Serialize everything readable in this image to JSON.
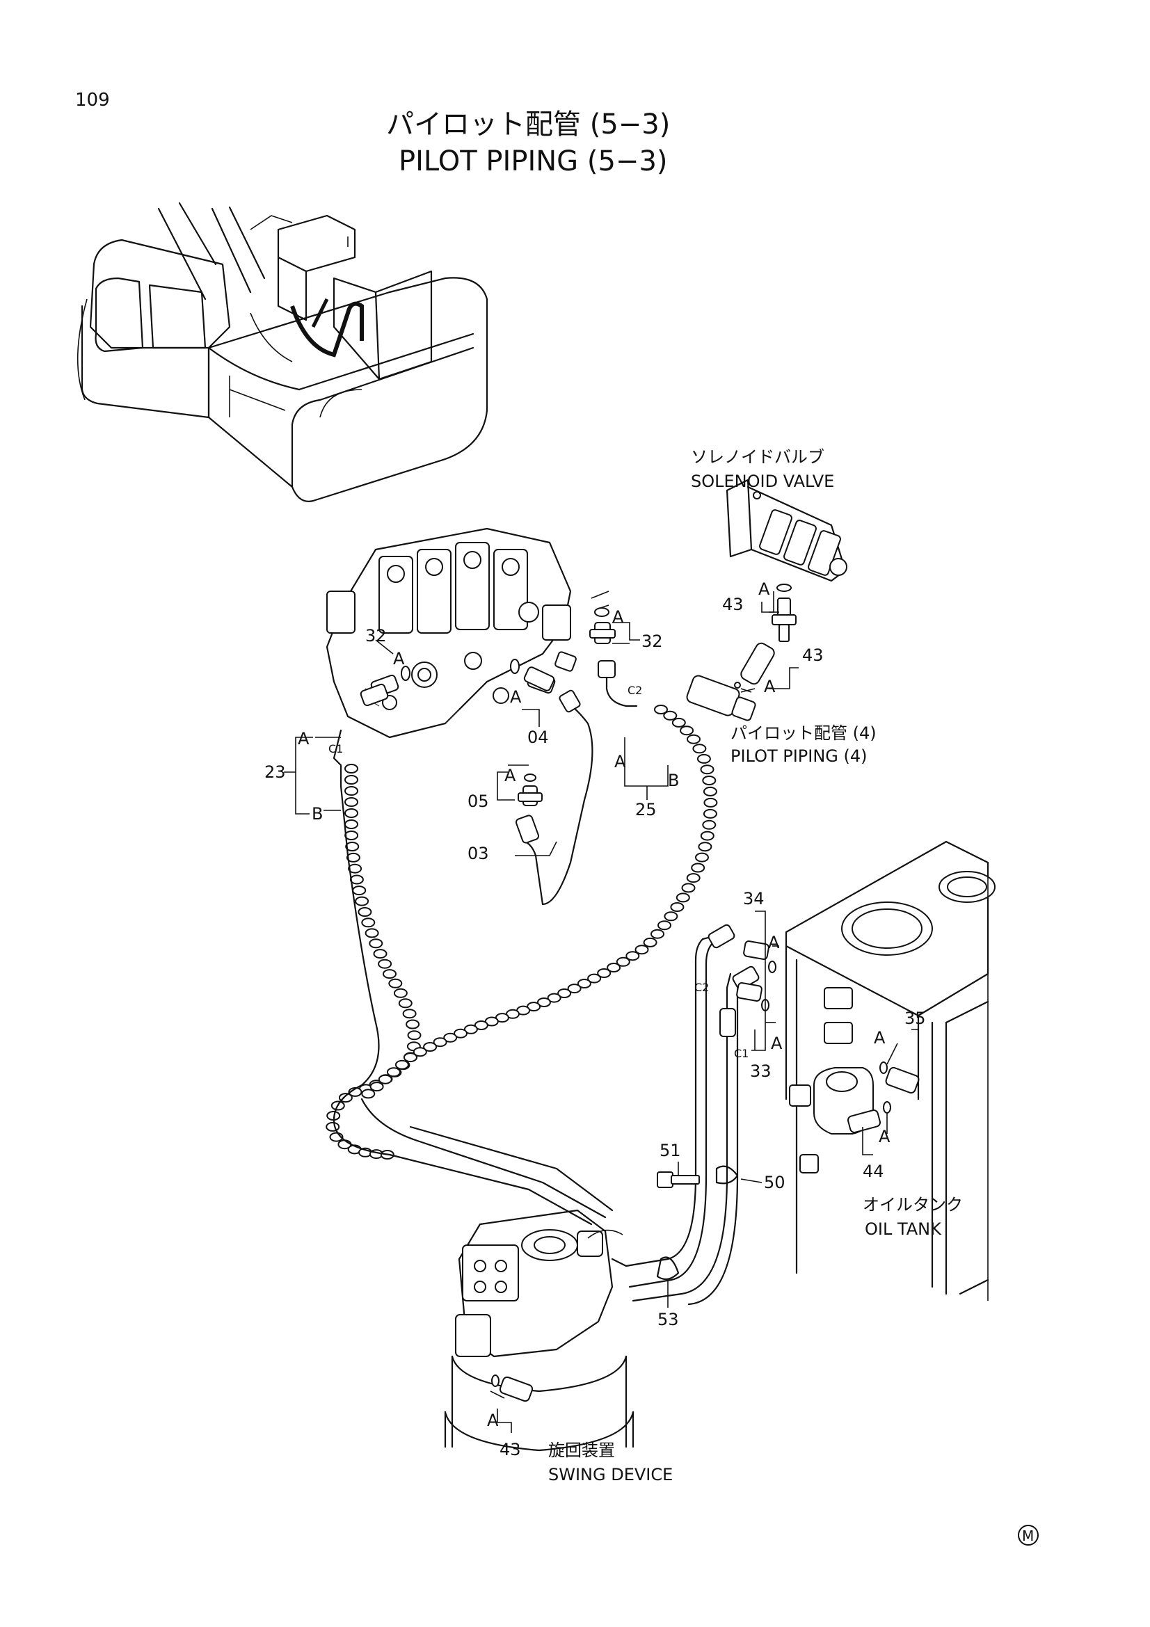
{
  "page_number": "109",
  "title_jp": "パイロット配管 (5−3)",
  "title_en": "PILOT PIPING (5−3)",
  "components": {
    "solenoid_valve_jp": "ソレノイドバルブ",
    "solenoid_valve_en": "SOLENOID VALVE",
    "pilot_piping_4_jp": "パイロット配管 (4)",
    "pilot_piping_4_en": "PILOT PIPING (4)",
    "oil_tank_jp": "オイルタンク",
    "oil_tank_en": "OIL TANK",
    "swing_device_jp": "旋回装置",
    "swing_device_en": "SWING DEVICE"
  },
  "callouts": {
    "p03": "03",
    "p04": "04",
    "p05": "05",
    "p23": "23",
    "p25": "25",
    "p32a": "32",
    "p32b": "32",
    "p33": "33",
    "p34": "34",
    "p35": "35",
    "p43a": "43",
    "p43b": "43",
    "p43c": "43",
    "p44": "44",
    "p50": "50",
    "p51": "51",
    "p53": "53"
  },
  "letters": {
    "A": "A",
    "B": "B",
    "C1": "C1",
    "C2": "C2"
  },
  "mark": "M"
}
